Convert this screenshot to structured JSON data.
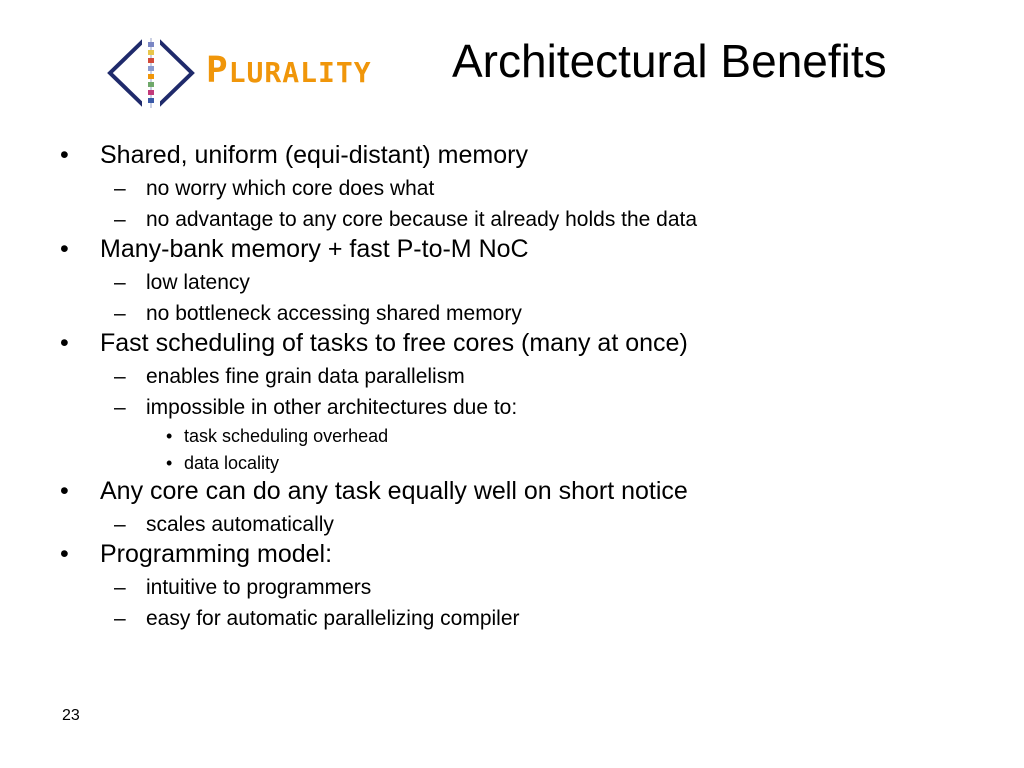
{
  "slide": {
    "brand_initial": "P",
    "brand_rest": "LURALITY",
    "title": "Architectural Benefits",
    "page_number": "23"
  },
  "colors": {
    "brand_orange": "#F0960A",
    "logo_navy": "#1F2A6B",
    "text": "#000000",
    "background": "#FFFFFF"
  },
  "bullets": [
    {
      "level": 1,
      "marker": "•",
      "text": "Shared, uniform (equi-distant) memory"
    },
    {
      "level": 2,
      "marker": "–",
      "text": "no worry which core does what"
    },
    {
      "level": 2,
      "marker": "–",
      "text": "no advantage to any core because it already holds the data"
    },
    {
      "level": 1,
      "marker": "•",
      "text": "Many-bank memory + fast P-to-M NoC"
    },
    {
      "level": 2,
      "marker": "–",
      "text": "low latency"
    },
    {
      "level": 2,
      "marker": "–",
      "text": "no bottleneck accessing shared memory"
    },
    {
      "level": 1,
      "marker": "•",
      "text": "Fast scheduling of tasks to free cores (many at once)"
    },
    {
      "level": 2,
      "marker": "–",
      "text": "enables fine grain data parallelism"
    },
    {
      "level": 2,
      "marker": "–",
      "text": "impossible in other architectures due to:"
    },
    {
      "level": 3,
      "marker": "•",
      "text": "task scheduling overhead"
    },
    {
      "level": 3,
      "marker": "•",
      "text": "data locality"
    },
    {
      "level": 1,
      "marker": "•",
      "text": "Any core can do any task equally well on short notice"
    },
    {
      "level": 2,
      "marker": "–",
      "text": "scales automatically"
    },
    {
      "level": 1,
      "marker": "•",
      "text": "Programming model:"
    },
    {
      "level": 2,
      "marker": "–",
      "text": "intuitive to programmers"
    },
    {
      "level": 2,
      "marker": "–",
      "text": "easy for automatic parallelizing compiler"
    }
  ]
}
